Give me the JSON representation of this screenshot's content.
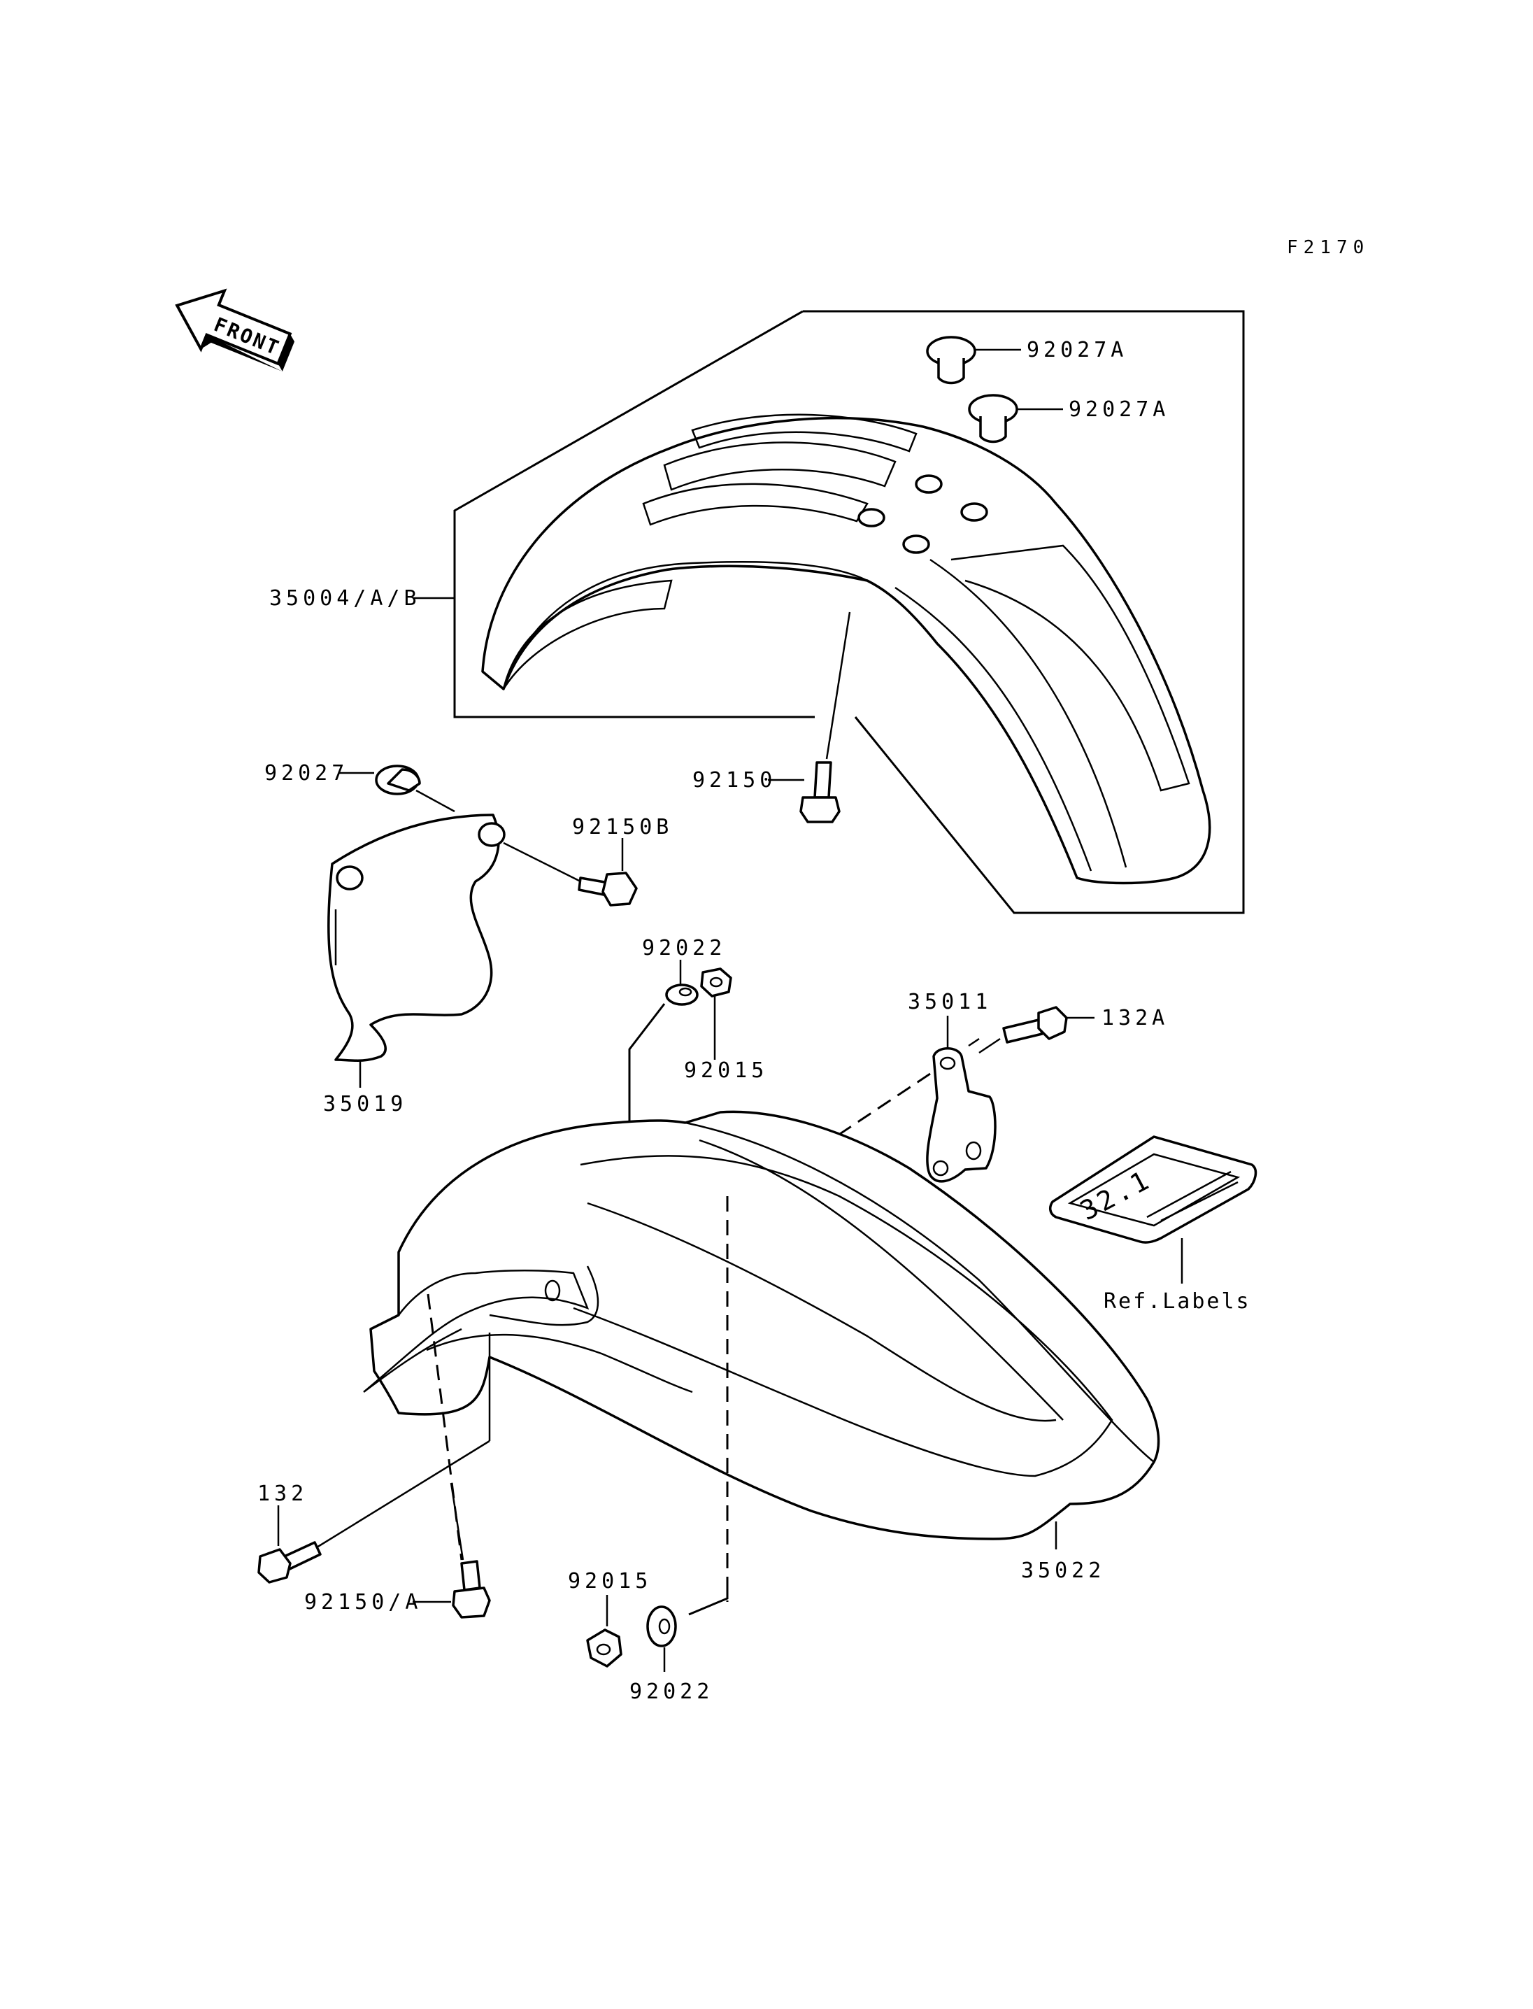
{
  "figure_code": "F2170",
  "front_arrow_label": "FRONT",
  "parts": {
    "p35004": "35004/A/B",
    "p92027A_1": "92027A",
    "p92027A_2": "92027A",
    "p92150": "92150",
    "p92027": "92027",
    "p92150B": "92150B",
    "p35019": "35019",
    "p92022_top": "92022",
    "p92015_top": "92015",
    "p35011": "35011",
    "p132A": "132A",
    "p35022": "35022",
    "p132": "132",
    "p92150A": "92150/A",
    "p92015_bot": "92015",
    "p92022_bot": "92022"
  },
  "ref_labels": "Ref.Labels",
  "label_plate_text": "32.1"
}
